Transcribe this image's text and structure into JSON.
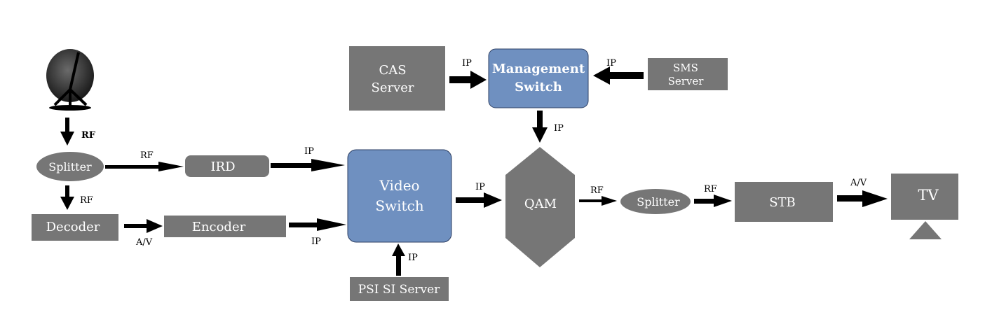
{
  "nodes": {
    "cas_server": {
      "line1": "CAS",
      "line2": "Server"
    },
    "management_switch": {
      "line1": "Management",
      "line2": "Switch"
    },
    "sms_server": {
      "line1": "SMS",
      "line2": "Server"
    },
    "splitter_1": {
      "label": "Splitter"
    },
    "ird": {
      "label": "IRD"
    },
    "decoder": {
      "label": "Decoder"
    },
    "encoder": {
      "label": "Encoder"
    },
    "video_switch": {
      "line1": "Video",
      "line2": "Switch"
    },
    "psi_si_server": {
      "label": "PSI SI Server"
    },
    "qam": {
      "label": "QAM"
    },
    "splitter_2": {
      "label": "Splitter"
    },
    "stb": {
      "label": "STB"
    },
    "tv": {
      "label": "TV"
    }
  },
  "edges": {
    "dish_to_splitter": "RF",
    "splitter_to_ird": "RF",
    "splitter_to_decoder": "RF",
    "decoder_to_encoder": "A/V",
    "ird_to_video_switch": "IP",
    "encoder_to_video_switch": "IP",
    "psi_to_video_switch": "IP",
    "cas_to_management": "IP",
    "sms_to_management": "IP",
    "management_to_qam": "IP",
    "video_switch_to_qam": "IP",
    "qam_to_splitter": "RF",
    "splitter_to_stb": "RF",
    "stb_to_tv": "A/V"
  },
  "colors": {
    "gray_box": "#767676",
    "blue_box": "#6f90c0",
    "arrow": "#000000"
  },
  "icons": {
    "dish": "satellite-dish-icon",
    "tv": "tv-icon"
  }
}
